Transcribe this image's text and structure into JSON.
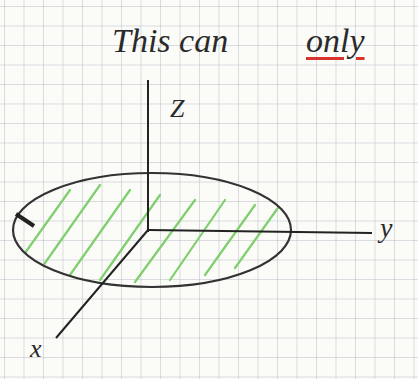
{
  "diagram": {
    "labels": [
      "This can",
      "only",
      "Z",
      "y",
      "x"
    ]
  }
}
